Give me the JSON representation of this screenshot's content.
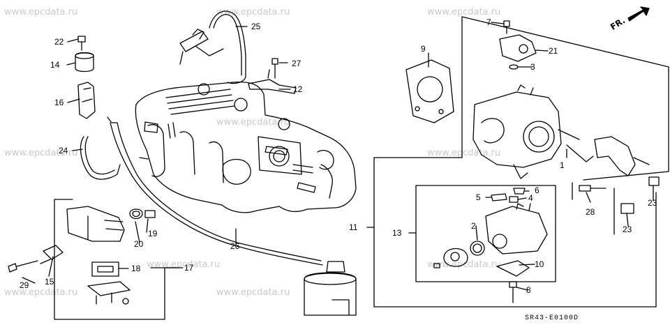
{
  "watermark": "www.epcdata.ru",
  "diagram_code": "SR43-E0100D",
  "direction_label": "FR.",
  "callouts": [
    "1",
    "2",
    "3",
    "4",
    "5",
    "6",
    "7",
    "8",
    "9",
    "10",
    "11",
    "12",
    "13",
    "14",
    "15",
    "16",
    "17",
    "18",
    "19",
    "20",
    "21",
    "22",
    "23",
    "23",
    "24",
    "25",
    "26",
    "27",
    "28",
    "29"
  ]
}
